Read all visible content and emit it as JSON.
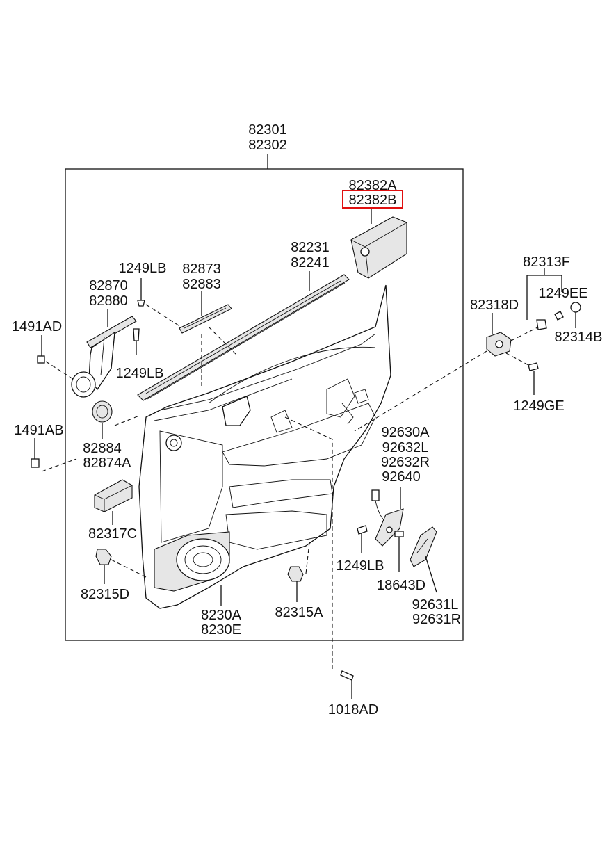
{
  "labels": {
    "top_a": "82301",
    "top_b": "82302",
    "pad_a": "82382A",
    "pad_b": "82382B",
    "strip_a": "82231",
    "strip_b": "82241",
    "bolt_lb_top": "1249LB",
    "trim_a": "82873",
    "trim_b": "82883",
    "tweeter_a": "82870",
    "tweeter_b": "82880",
    "clip_ad": "1491AD",
    "bolt_lb_mid": "1249LB",
    "grille_a": "82884",
    "grille_b": "82874A",
    "clip_ab": "1491AB",
    "pad_c": "82317C",
    "fastener_d": "82315D",
    "panel_a": "8230A",
    "panel_e": "8230E",
    "fastener_a": "82315A",
    "screw_ad": "1018AD",
    "f_group": "82313F",
    "bolt_ee": "1249EE",
    "bracket_d": "82318D",
    "cap_b": "82314B",
    "bolt_ge": "1249GE",
    "lamp_a": "92630A",
    "lamp_l": "92632L",
    "lamp_r": "92632R",
    "lamp_40": "92640",
    "bolt_lb_right": "1249LB",
    "bulb_d": "18643D",
    "lens_l": "92631L",
    "lens_r": "92631R"
  },
  "highlight": "82382B",
  "colors": {
    "highlight": "#e01010",
    "ink": "#111111"
  }
}
